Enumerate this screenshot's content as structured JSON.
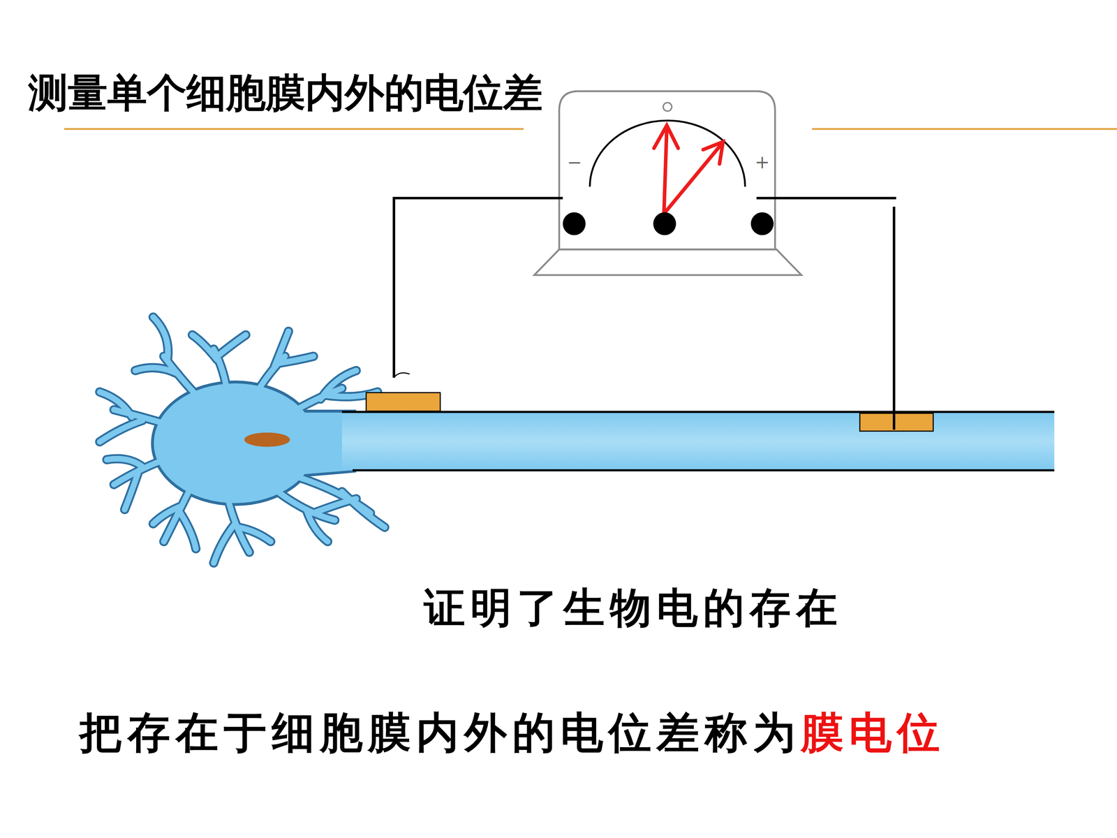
{
  "diagram": {
    "title": "测量单个细胞膜内外的电位差",
    "labels": [
      "−",
      "+",
      "证明了生物电的存在",
      "把存在于细胞膜内外的电位差称为",
      "膜电位"
    ]
  }
}
